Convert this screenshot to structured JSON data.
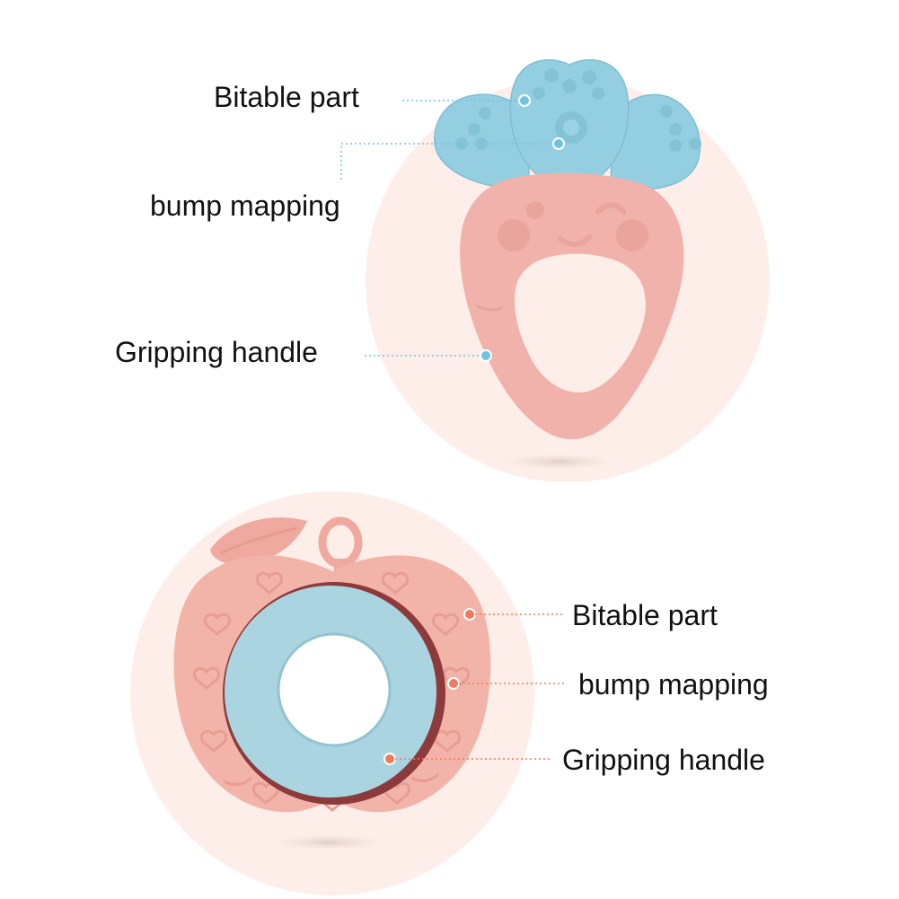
{
  "colors": {
    "background": "#ffffff",
    "circle_backdrop": "#fdeee9",
    "carrot_body": "#f0b2aa",
    "carrot_leaves": "#93cfe0",
    "apple_body": "#f2b3a8",
    "apple_ring": "#a9d4e0",
    "top_callout": "#6fc3e0",
    "bottom_callout": "#ef7a5e",
    "label_text": "#111111"
  },
  "top_product": {
    "labels": {
      "bitable": "Bitable part",
      "bump": "bump mapping",
      "grip": "Gripping handle"
    }
  },
  "bottom_product": {
    "labels": {
      "bitable": "Bitable part",
      "bump": "bump mapping",
      "grip": "Gripping handle"
    }
  }
}
